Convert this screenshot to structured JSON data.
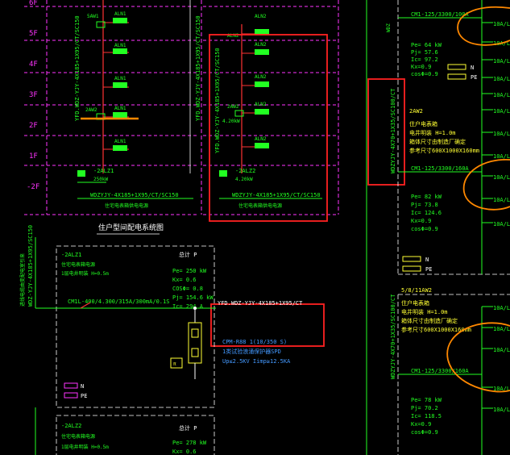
{
  "floors": [
    "6F",
    "5F",
    "4F",
    "3F",
    "2F",
    "1F",
    "-2F"
  ],
  "top_left": {
    "labels_top": [
      "5AW1",
      "ALN1"
    ],
    "aln_rows": [
      "ALN1",
      "ALN1",
      "ALN1",
      "ALN1"
    ],
    "aw2": "2AW2",
    "vertical_cable": "YFD.WDZ-YJY-4X185+1X95/CT/SC150",
    "vertical_cable2": "YFD.WDZ-YJY-4X185+1X95/CT/SC150",
    "panel_id": "-2ALZ1",
    "panel_current": "250kW",
    "feeder_cable": "WDZYJY-4X185+1X95/CT/SC150",
    "feeder_desc": "住宅电表箱供电电源"
  },
  "top_mid": {
    "labels": [
      "ALN2",
      "ALN2",
      "ALN2",
      "ALN2",
      "2AW2",
      "ALN2",
      "ALN2"
    ],
    "vertical_cable": "YFD.WDZ-YJY-4X185+1X95/CT/SC150",
    "aw_current": "4.20kW",
    "panel_id": "-2ALZ2",
    "panel_current": "4.20kW",
    "feeder_cable": "WDZYJY-4X185+1X95/CT/SC150",
    "feeder_desc": "住宅电表箱供电电源"
  },
  "diagram_title": "住户型间配电系统图",
  "lower_box": {
    "panel_id": "-2ALZ1",
    "desc1": "住宅电表箱电源",
    "desc2": "1层电井明装 H=0.5m",
    "total_label": "总计 P",
    "pe": "Pe= 250 kW",
    "kx": "Kx= 0.6",
    "cos": "COSΦ= 0.8",
    "pj": "Pj= 154.6 kW",
    "ic": "Ic= 294 A",
    "breaker": "CM1L-400/4.300/315A/300mA/0.1S",
    "outgoing_cable": "YFD.WDZ-YJY-4X185+1X95/CT",
    "n_label": "N",
    "pe_label": "PE",
    "spd_model": "CPM-R88 1(10/350 S)",
    "spd_desc": "1类试验浪涌保护器SPD",
    "spd_params": "Up≤2.5KV Iimp≥12.5KA",
    "left_vertical": "WDZ-YJY-4X185+1X95/SC150",
    "left_vertical2": "进线电缆由变配电室引来"
  },
  "lower_box2": {
    "panel_id": "-2ALZ2",
    "desc1": "住宅电表箱电源",
    "desc2": "1层电井明装 H=0.5m",
    "total_label": "总计 P",
    "pe": "Pe= 278 kW",
    "kx": "Kx= 0.6"
  },
  "right_top": {
    "breaker": "CM1-125/3300/100A",
    "pe": "Pe= 64 kW",
    "pj": "Pj= 57.6",
    "ic": "Ic= 97.2",
    "kx": "Kx=0.9",
    "cos": "cosΦ=0.9",
    "n": "N",
    "pe_label": "PE",
    "outlets": [
      "10A/L",
      "10A/L",
      "10A/L",
      "10A/L",
      "10A/L"
    ]
  },
  "right_mid": {
    "panel": "2AW2",
    "desc1": "住户电表箱",
    "desc2": "电井明装 H=1.0m",
    "desc3": "箱体尺寸由制造厂确定",
    "desc4": "参考尺寸600X1000X160mm",
    "vertical": "WDZYJY-4X70+1X35/SC100/CT",
    "breaker": "CM1-125/3300/160A",
    "pe": "Pe= 82 kW",
    "pj": "Pj= 73.8",
    "ic": "Ic= 124.6",
    "kx": "Kx=0.9",
    "cos": "cosΦ=0.9",
    "n": "N",
    "pe_label": "PE",
    "outlets": [
      "10A/L",
      "10A/L",
      "10A/L",
      "10A/L",
      "10A/L",
      "10A/L"
    ]
  },
  "right_bottom": {
    "panel": "5/8/11AW2",
    "desc1": "住户电表箱",
    "desc2": "电井明装 H=1.0m",
    "desc3": "箱体尺寸由制造厂确定",
    "desc4": "参考尺寸600X1000X160mm",
    "vertical": "WDZYJY-4X70+1X35/SC100/CT",
    "breaker": "CM1-125/3300/160A",
    "pe": "Pe= 78 kW",
    "pj": "Pj= 70.2",
    "ic": "Ic= 118.5",
    "kx": "Kx=0.9",
    "cos": "cosΦ=0.9",
    "outlets": [
      "10A/L",
      "10A/L",
      "10A/L",
      "10A/L",
      "10A/L"
    ]
  }
}
